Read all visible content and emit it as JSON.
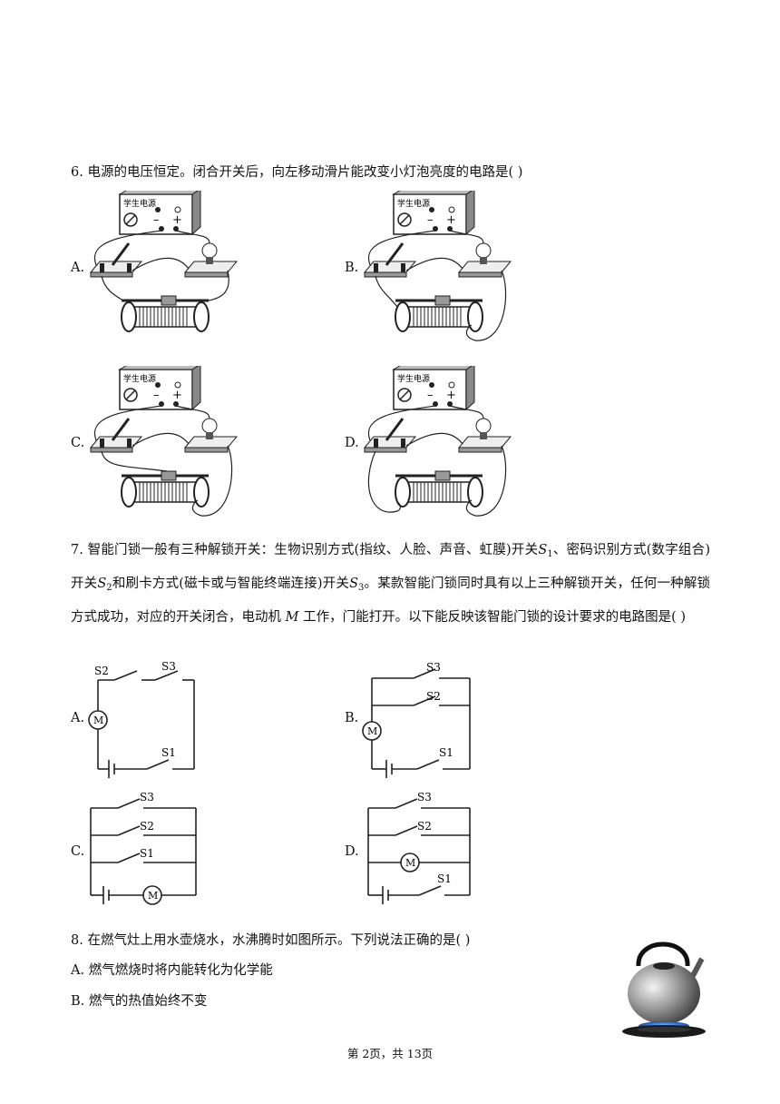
{
  "q6": {
    "text": "6. 电源的电压恒定。闭合开关后，向左移动滑片能改变小灯泡亮度的电路是(    )",
    "options": [
      "A.",
      "B.",
      "C.",
      "D."
    ],
    "device_label": "学生电源"
  },
  "q7": {
    "seg1": "7. 智能门锁一般有三种解锁开关：生物识别方式(指纹、人脸、声音、虹膜)开关",
    "s1_var": "S",
    "s1_sub": "1",
    "seg2": "、密码识别方式(数字组合)开关",
    "s2_var": "S",
    "s2_sub": "2",
    "seg3": "和刷卡方式(磁卡或与智能终端连接)开关",
    "s3_var": "S",
    "s3_sub": "3",
    "seg4": "。某款智能门锁同时具有以上三种解锁开关，任何一种解锁方式成功，对应的开关闭合，电动机",
    "m_var": "M",
    "seg5": "工作，门能打开。以下能反映该智能门锁的设计要求的电路图是(    )",
    "options": [
      "A.",
      "B.",
      "C.",
      "D."
    ],
    "labels": {
      "s1": "S1",
      "s2": "S2",
      "s3": "S3",
      "motor": "M"
    }
  },
  "q8": {
    "text": "8. 在燃气灶上用水壶烧水，水沸腾时如图所示。下列说法正确的是(    )",
    "options": [
      "A. 燃气燃烧时将内能转化为化学能",
      "B. 燃气的热值始终不变"
    ]
  },
  "footer": "第 2页，共 13页"
}
